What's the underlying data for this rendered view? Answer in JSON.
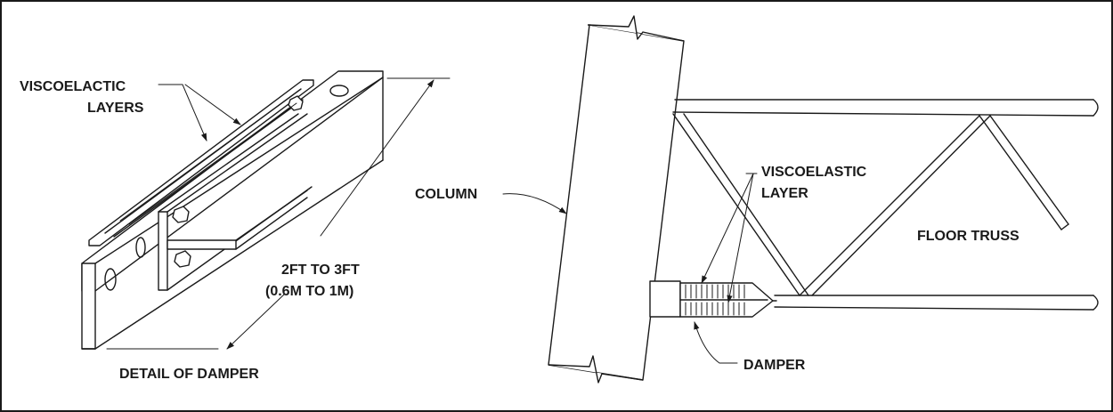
{
  "labels": {
    "viscoelastic_layers_1": "VISCOELACTIC",
    "viscoelastic_layers_2": "LAYERS",
    "length_1": "2FT TO 3FT",
    "length_2": "(0.6M TO 1M)",
    "detail_caption": "DETAIL OF DAMPER",
    "column": "COLUMN",
    "viscoelastic_layer_1": "VISCOELASTIC",
    "viscoelastic_layer_2": "LAYER",
    "floor_truss": "FLOOR TRUSS",
    "damper": "DAMPER"
  }
}
